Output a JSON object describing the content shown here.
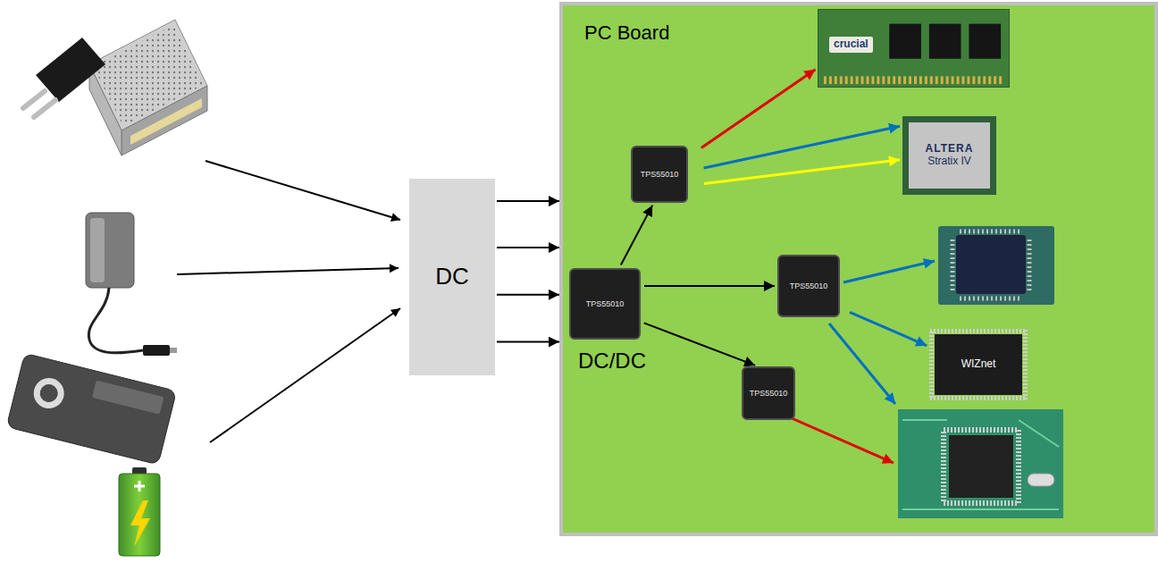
{
  "diagram": {
    "nodes": [
      {
        "text": [
          "DC"
        ]
      },
      {
        "text": [
          "PC Board"
        ]
      },
      {
        "text": [
          "TPS55010",
          "DC/DC"
        ],
        "in": 1
      },
      {
        "text": [
          "TPS55010"
        ],
        "in": 1
      },
      {
        "text": [
          "TPS55010"
        ],
        "in": 1
      },
      {
        "text": [
          "TPS55010"
        ],
        "in": 1
      },
      {
        "text": [
          "crucial"
        ],
        "in": 1
      },
      {
        "text": [
          "ALTERA",
          "Stratix IV"
        ],
        "in": 1
      },
      {
        "text": [
          "WIZnet"
        ],
        "in": 1
      }
    ],
    "edges": [
      {
        "from": 0,
        "to": 1,
        "arrow": "to"
      },
      {
        "from": 0,
        "to": 1,
        "arrow": "to"
      },
      {
        "from": 0,
        "to": 1,
        "arrow": "to"
      },
      {
        "from": 0,
        "to": 1,
        "arrow": "to"
      },
      {
        "from": 2,
        "to": 3,
        "arrow": "to"
      },
      {
        "from": 2,
        "to": 4,
        "arrow": "to"
      },
      {
        "from": 2,
        "to": 5,
        "arrow": "to"
      },
      {
        "from": 3,
        "to": 6,
        "arrow": "to"
      },
      {
        "from": 3,
        "to": 7,
        "arrow": "to"
      },
      {
        "from": 3,
        "to": 7,
        "arrow": "to"
      },
      {
        "from": 4,
        "to": 8,
        "arrow": "to"
      }
    ]
  }
}
